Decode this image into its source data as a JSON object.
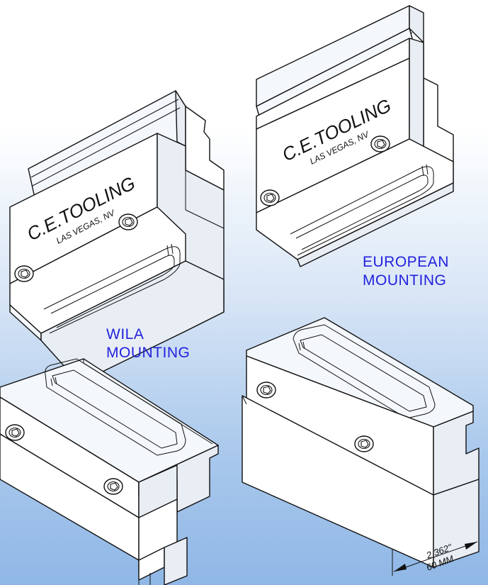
{
  "brand": "C.E.TOOLING",
  "location": "LAS VEGAS, NV",
  "captions": {
    "european": [
      "EUROPEAN",
      "MOUNTING"
    ],
    "wila": [
      "WILA",
      "MOUNTING"
    ]
  },
  "dimension": {
    "inches": "2.362\"",
    "millimeters": "60 MM"
  },
  "colors": {
    "caption": "#2222dd",
    "line": "#111111",
    "background_bottom": "#8fb7e6"
  }
}
